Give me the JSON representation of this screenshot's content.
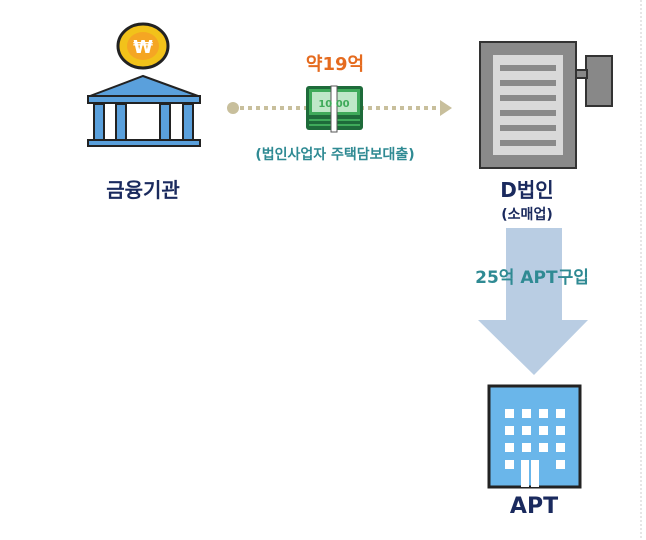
{
  "nodes": {
    "bank": {
      "label": "금융기관"
    },
    "corp": {
      "label": "D법인",
      "sublabel": "(소매업)"
    },
    "apt": {
      "label": "APT"
    }
  },
  "loan": {
    "amount": "약19억",
    "caption": "(법인사업자 주택담보대출)",
    "bill_text": "10 00"
  },
  "purchase": {
    "label": "25억 APT구입"
  },
  "colors": {
    "navy": "#1a2a5e",
    "orange": "#e56b1f",
    "teal": "#2f8a93",
    "arrow": "#b9cde3",
    "dots": "#c8bf9c",
    "bank": "#5aa0dc",
    "apt": "#6ab6ea"
  }
}
